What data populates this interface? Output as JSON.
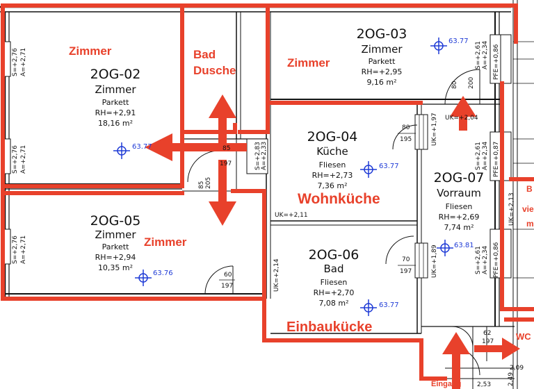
{
  "rooms": [
    {
      "id": "2OG-02",
      "name": "Zimmer",
      "floor": "Parkett",
      "rh": "RH=+2,91",
      "area": "18,16 m²",
      "marker": "63.77"
    },
    {
      "id": "2OG-03",
      "name": "Zimmer",
      "floor": "Parkett",
      "rh": "RH=+2,95",
      "area": "9,16 m²",
      "marker": "63.77"
    },
    {
      "id": "2OG-04",
      "name": "Küche",
      "floor": "Fliesen",
      "rh": "RH=+2,73",
      "area": "7,36 m²",
      "marker": "63.77"
    },
    {
      "id": "2OG-05",
      "name": "Zimmer",
      "floor": "Parkett",
      "rh": "RH=+2,94",
      "area": "10,35 m²",
      "marker": "63.76"
    },
    {
      "id": "2OG-06",
      "name": "Bad",
      "floor": "Fliesen",
      "rh": "RH=+2,70",
      "area": "7,08 m²",
      "marker": "63.77"
    },
    {
      "id": "2OG-07",
      "name": "Vorraum",
      "floor": "Fliesen",
      "rh": "RH=+2,69",
      "area": "7,74 m²",
      "marker": "63.81"
    }
  ],
  "annotations": {
    "zimmer_a": "Zimmer",
    "zimmer_b": "Zimmer",
    "zimmer_c": "Zimmer",
    "bad_1": "Bad",
    "bad_2": "Dusche",
    "wohnkueche": "Wohnküche",
    "einbaukuecke": "Einbaukücke",
    "eingang": "Eingang",
    "wc": "WC",
    "edge_b": "B",
    "edge_vie": "vie",
    "edge_m": "m"
  },
  "dims": {
    "win_1": "S=+2,76",
    "win_1b": "A=+2,71",
    "win_2": "S=+2,76",
    "win_2b": "A=+2,71",
    "win_3": "S=+2,76",
    "win_3b": "A=+2,71",
    "win_r1": "S=+2,61",
    "win_r1b": "A=+2,34",
    "win_r2": "S=+2,61",
    "win_r2b": "A=+2,34",
    "win_r3": "S=+2,61",
    "win_r3b": "A=+2,34",
    "pfe_1": "PFE=+0,86",
    "pfe_2": "PFE=+0,87",
    "pfe_3": "PFE=+0,86",
    "uk_1": "UK=+2,11",
    "uk_2": "UK=+1,97",
    "uk_3": "UK=+1,89",
    "uk_4": "UK=+2,14",
    "uk_5": "UK=+2,04",
    "uk_6": "UK=+2,13",
    "door_a_t": "80",
    "door_a_b": "195",
    "door_b_t": "60",
    "door_b_b": "197",
    "door_c_t": "70",
    "door_c_b": "197",
    "door_d_t": "80",
    "door_d_b": "200",
    "door_e_t": "85",
    "door_e_b": "197",
    "door_f_t": "62",
    "door_f_b": "197",
    "door_g": "85",
    "door_g2": "205",
    "s_note": "S=+2,83",
    "s_note_b": "A=+2,33",
    "bottom_a": "2,53",
    "bottom_b": "2,49",
    "bottom_c": "2,09"
  }
}
